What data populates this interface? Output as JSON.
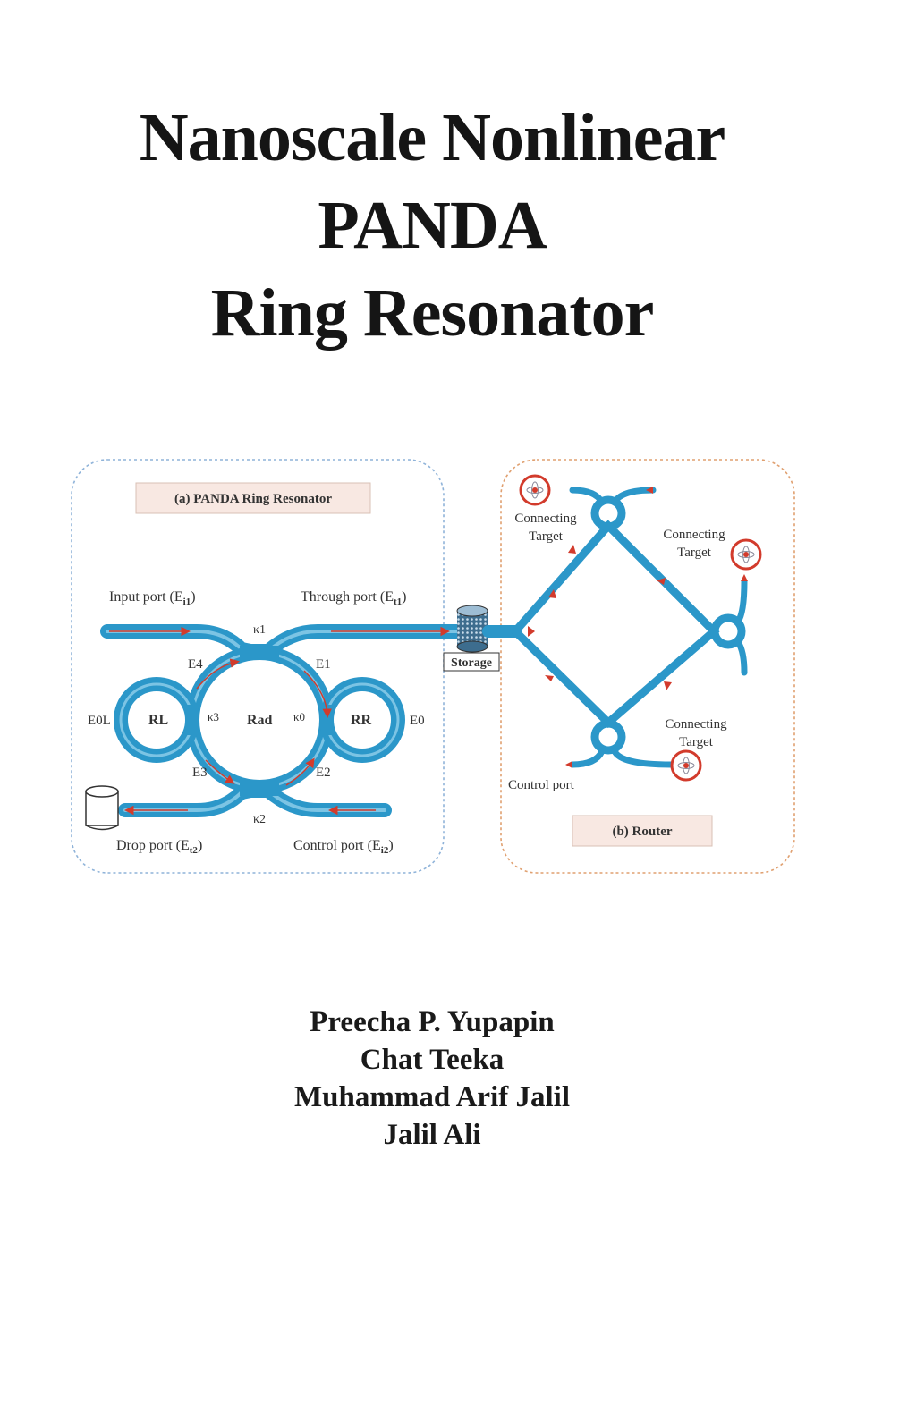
{
  "cover": {
    "title_lines": [
      "Nanoscale Nonlinear",
      "PANDA",
      "Ring Resonator"
    ],
    "authors": [
      "Preecha P. Yupapin",
      "Chat Teeka",
      "Muhammad Arif Jalil",
      "Jalil Ali"
    ]
  },
  "figure": {
    "panel_a_label": "(a) PANDA Ring Resonator",
    "panel_b_label": "(b) Router",
    "input_port": "Input port (E",
    "input_port_sub": "i1",
    "through_port": "Through port (E",
    "through_port_sub": "t1",
    "drop_port": "Drop port (E",
    "drop_port_sub": "t2",
    "control_port_a": "Control port (E",
    "control_port_a_sub": "i2",
    "storage": "Storage",
    "kappa1": "κ1",
    "kappa2": "κ2",
    "kappa3": "κ3",
    "kappa0": "κ0",
    "e4": "E4",
    "e1": "E1",
    "e3": "E3",
    "e2": "E2",
    "e0l": "E0L",
    "e0": "E0",
    "rl": "RL",
    "rad": "Rad",
    "rr": "RR",
    "connecting_target": [
      "Connecting",
      "Target"
    ],
    "control_port_b": "Control port",
    "colors": {
      "waveguide": "#2b97c9",
      "waveguide_light": "#7cc4e4",
      "arrow": "#d23b2c",
      "dash_a": "#8fb3d9",
      "dash_b": "#e0a070"
    }
  }
}
